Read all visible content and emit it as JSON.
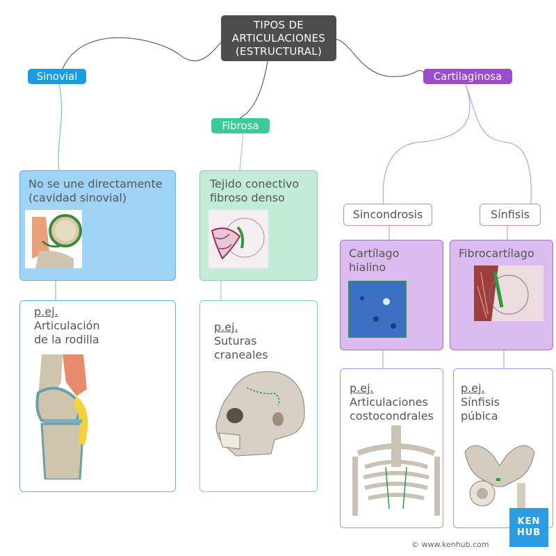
{
  "root": {
    "line1": "TIPOS DE",
    "line2": "ARTICULACIONES",
    "line3": "(ESTRUCTURAL)"
  },
  "branches": {
    "sinovial": {
      "label": "Sinovial",
      "desc_line1": "No se une directamente",
      "desc_line2": "(cavidad sinovial)",
      "example_prefix": "p.ej.",
      "example_line1": "Articulación",
      "example_line2": "de la rodilla"
    },
    "fibrosa": {
      "label": "Fibrosa",
      "desc_line1": "Tejido conectivo",
      "desc_line2": "fibroso denso",
      "example_prefix": "p.ej.",
      "example_line1": "Suturas craneales"
    },
    "cartilaginosa": {
      "label": "Cartilaginosa",
      "sincondrosis": {
        "label": "Sincondrosis",
        "desc_line1": "Cartílago",
        "desc_line2": "hialino",
        "example_prefix": "p.ej.",
        "example_line1": "Articulaciones",
        "example_line2": "costocondrales"
      },
      "sinfisis": {
        "label": "Sínfisis",
        "desc_line1": "Fibrocartílago",
        "example_prefix": "p.ej.",
        "example_line1": "Sínfisis",
        "example_line2": "púbica"
      }
    }
  },
  "branding": {
    "logo_line1": "KEN",
    "logo_line2": "HUB",
    "copyright": "© www.kenhub.com"
  },
  "colors": {
    "sinovial": "#1a9be8",
    "fibrosa": "#3ec996",
    "cartilaginosa": "#9a4bd0",
    "root": "#4d4d4d"
  }
}
